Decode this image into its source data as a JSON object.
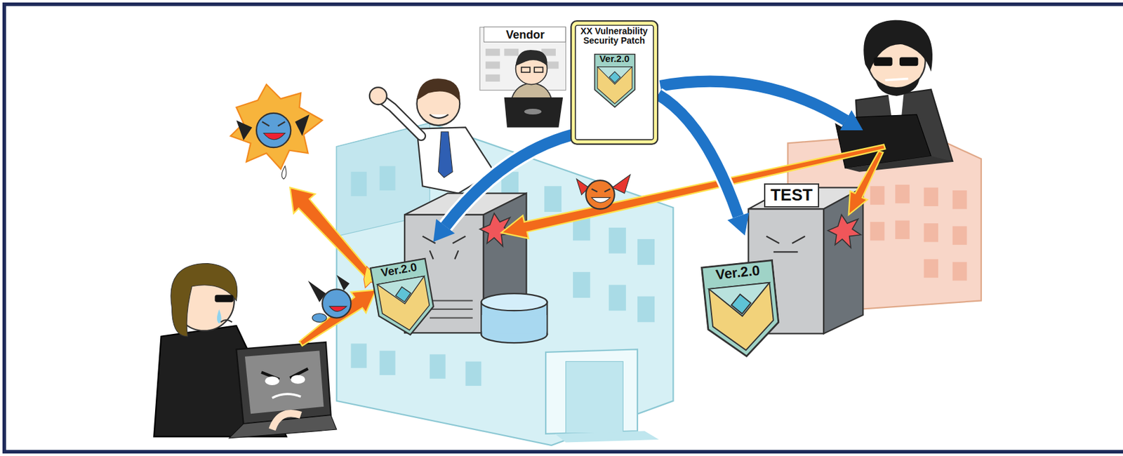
{
  "diagram": {
    "nodes": [
      {
        "text": [
          "Vendor"
        ]
      },
      {
        "text": [
          "XX Vulnerability Security Patch",
          "Ver.2.0"
        ]
      },
      {
        "text": [
          "Ver.2.0"
        ]
      },
      {
        "text": [
          "TEST"
        ]
      },
      {
        "text": [
          "Ver.2.0"
        ]
      }
    ],
    "edges": [
      {
        "from": 1,
        "to": 3,
        "arrow": "to"
      }
    ]
  }
}
